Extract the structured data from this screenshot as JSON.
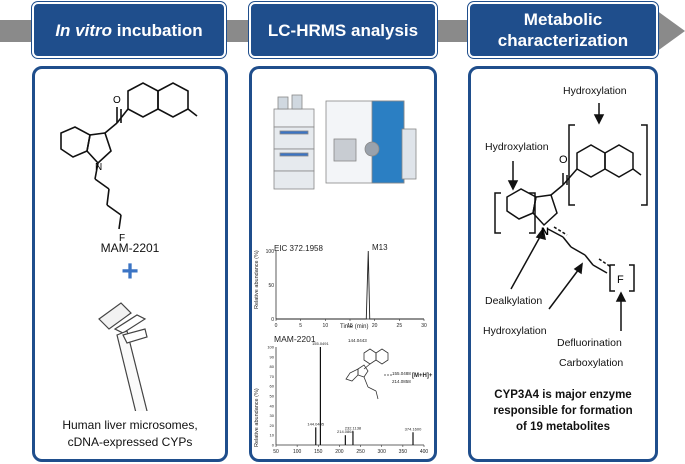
{
  "headers": {
    "step1_italic": "In vitro",
    "step1_rest": " incubation",
    "step2": "LC-HRMS analysis",
    "step3_line1": "Metabolic",
    "step3_line2": "characterization"
  },
  "panel1": {
    "compound_label": "MAM-2201",
    "plus_symbol": "+",
    "fluorine": "F",
    "caption_line1": "Human liver microsomes,",
    "caption_line2": "cDNA-expressed CYPs"
  },
  "panel2": {
    "eic_label": "EIC 372.1958",
    "peak_label": "M13",
    "chromatogram_ylabel": "Relative abundance (%)",
    "chromatogram_xlabel": "Time (min)",
    "chromatogram_xticks": [
      "0",
      "5",
      "10",
      "15",
      "20",
      "25",
      "30"
    ],
    "chromatogram_yticks": [
      "0",
      "50",
      "100"
    ],
    "spectrum_title": "MAM-2201",
    "spectrum_xticks": [
      "50",
      "100",
      "150",
      "200",
      "250",
      "300",
      "350",
      "400"
    ],
    "spectrum_yticks": [
      "0",
      "10",
      "20",
      "30",
      "40",
      "50",
      "60",
      "70",
      "80",
      "90",
      "100"
    ],
    "spectrum_ylabel": "Relative abundance (%)",
    "ion_label": "[M+H]+",
    "spectrum_peak_labels": [
      "144.0445",
      "155.0491",
      "214.0864",
      "232.1138",
      "374.1600"
    ],
    "structure_fragment_labels": [
      "144.0443",
      "155.0488",
      "214.0858"
    ]
  },
  "panel3": {
    "hydroxylation_top": "Hydroxylation",
    "hydroxylation_left": "Hydroxylation",
    "dealkylation": "Dealkylation",
    "hydroxylation_bottom": "Hydroxylation",
    "fluorine": "F",
    "defluorination": "Defluorination",
    "carboxylation": "Carboxylation",
    "conclusion_line1": "CYP3A4 is major enzyme",
    "conclusion_line2": "responsible for formation",
    "conclusion_line3": "of 19 metabolites"
  },
  "chart_data": [
    {
      "type": "line",
      "x": [
        0,
        5,
        10,
        15,
        18.3,
        18.7,
        19,
        20,
        25,
        30
      ],
      "values": [
        0,
        0,
        0,
        0,
        0,
        100,
        0,
        0,
        0,
        0
      ],
      "xlim": [
        0,
        30
      ],
      "ylim": [
        0,
        100
      ]
    },
    {
      "type": "bar",
      "x": [
        144,
        155,
        214,
        232,
        374
      ],
      "values": [
        18,
        100,
        10,
        14,
        13
      ],
      "xlim": [
        50,
        400
      ],
      "ylim": [
        0,
        100
      ]
    }
  ],
  "colors": {
    "header_blue": "#1f4e8c",
    "arrow_gray": "#8a8a8a",
    "plus_blue": "#3b74c4"
  }
}
